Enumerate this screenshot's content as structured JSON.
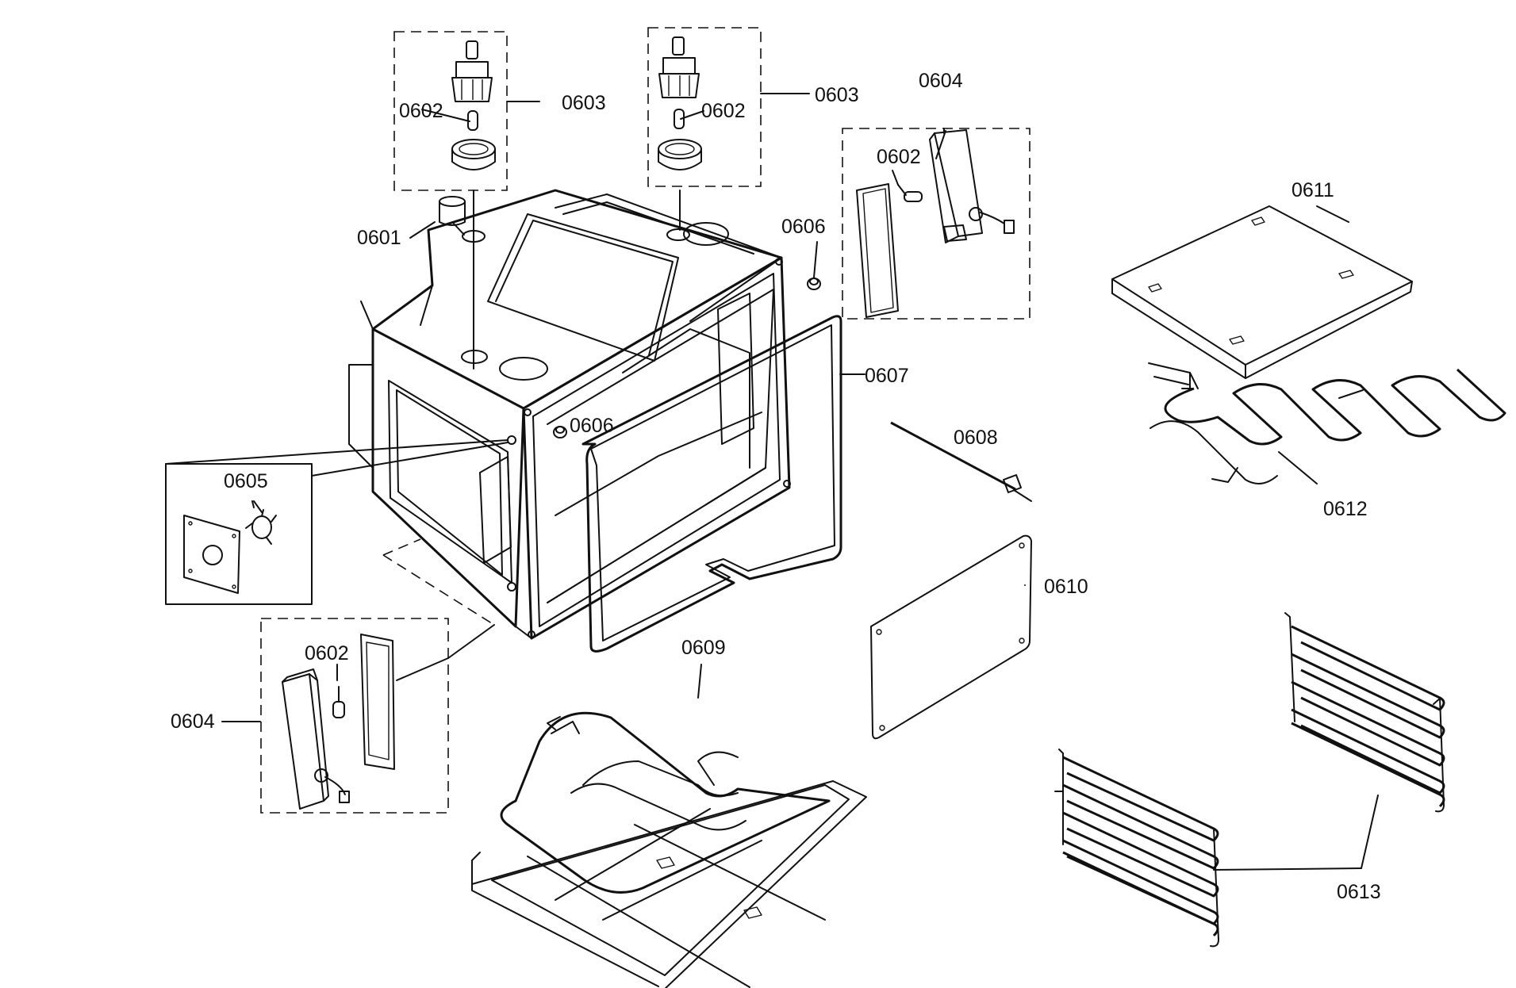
{
  "diagram": {
    "labels": {
      "p0601": "0601",
      "p0602a": "0602",
      "p0602b": "0602",
      "p0602c": "0602",
      "p0602d": "0602",
      "p0603a": "0603",
      "p0603b": "0603",
      "p0604a": "0604",
      "p0604b": "0604",
      "p0605": "0605",
      "p0606a": "0606",
      "p0606b": "0606",
      "p0607": "0607",
      "p0608": "0608",
      "p0609": "0609",
      "p0610": "0610",
      "p0611": "0611",
      "p0612": "0612",
      "p0613": "0613"
    },
    "colors": {
      "line": "#111111",
      "background": "#ffffff"
    }
  }
}
